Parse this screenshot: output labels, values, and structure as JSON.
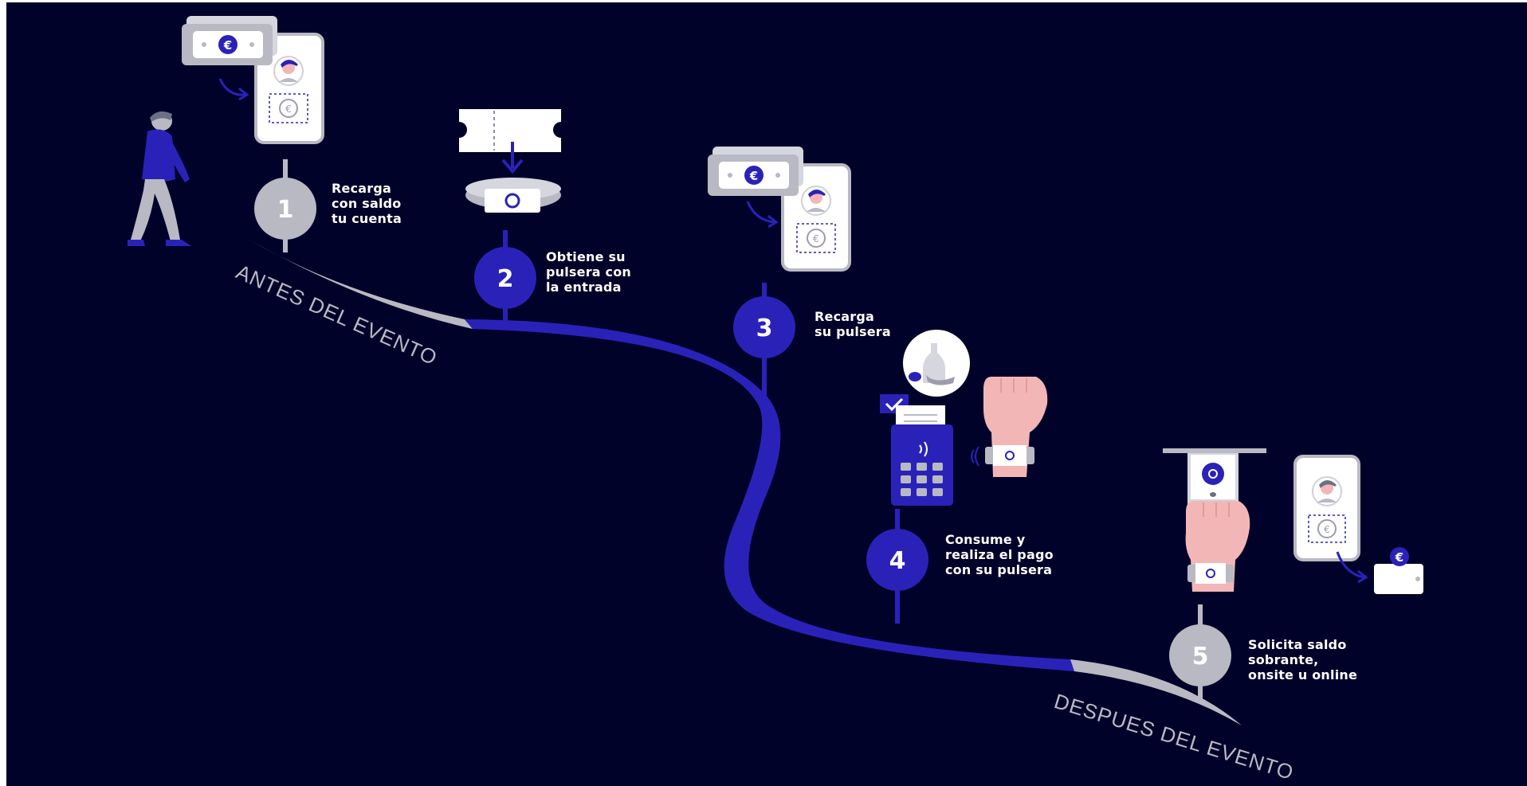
{
  "phases": {
    "before": "ANTES DEL EVENTO",
    "after": "DESPUES DEL EVENTO"
  },
  "steps": [
    {
      "number": "1",
      "label": "Recarga\ncon saldo\ntu cuenta"
    },
    {
      "number": "2",
      "label": "Obtiene su\npulsera con\nla entrada"
    },
    {
      "number": "3",
      "label": "Recarga\nsu pulsera"
    },
    {
      "number": "4",
      "label": "Consume y\nrealiza el pago\ncon su pulsera"
    },
    {
      "number": "5",
      "label": "Solicita saldo\nsobrante,\nonsite u online"
    }
  ],
  "symbols": {
    "currency": "€"
  },
  "colors": {
    "background": "#01022a",
    "accent": "#2a22b8",
    "grey": "#b9b9c4",
    "skin": "#f3b6b6"
  }
}
